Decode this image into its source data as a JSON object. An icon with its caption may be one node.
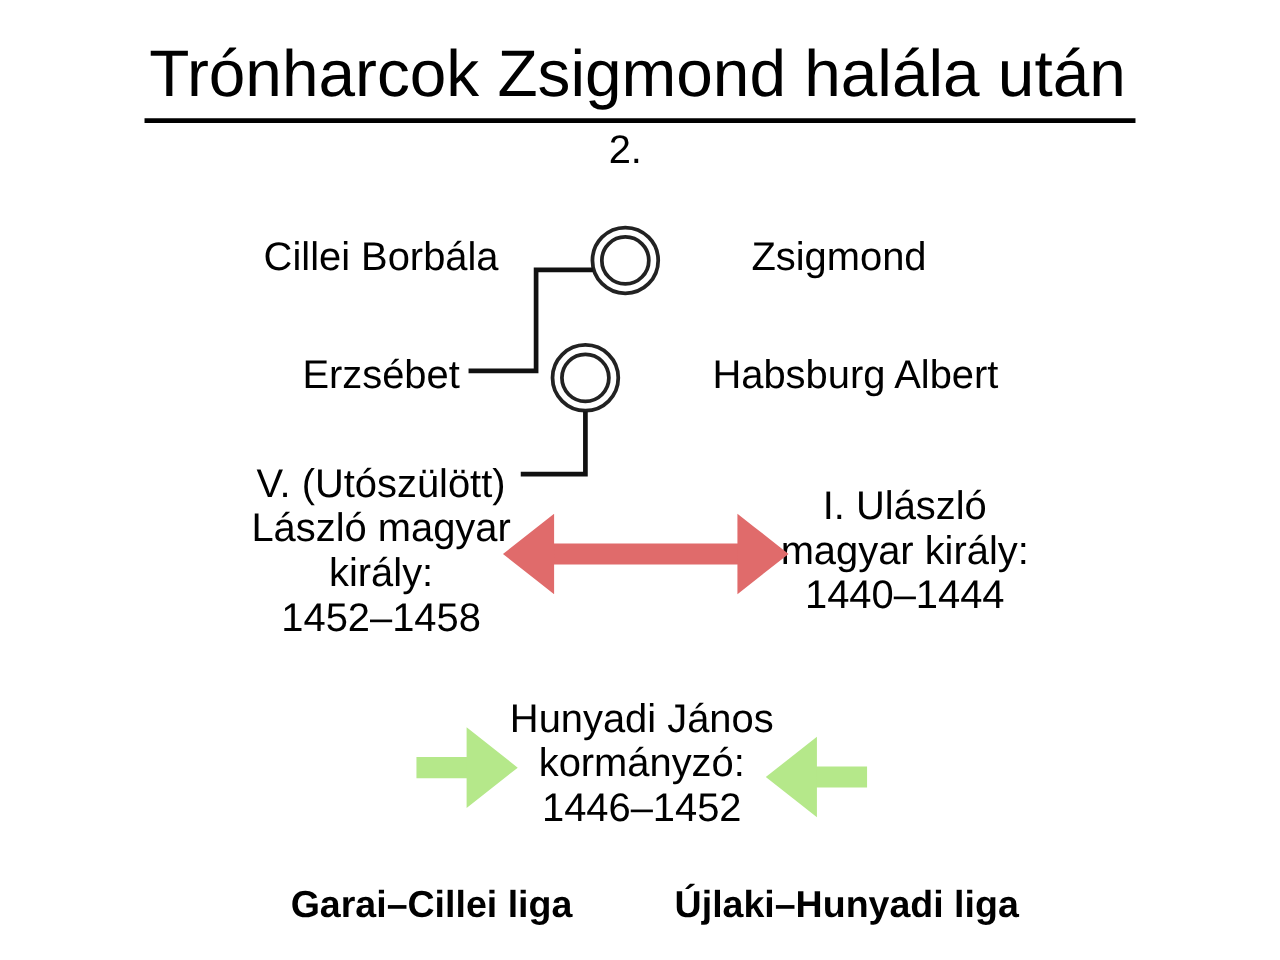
{
  "diagram": {
    "title": "Trónharcok Zsigmond halála után",
    "nodes": [
      {
        "text": [],
        "shape": "rings",
        "beside": [
          "2."
        ]
      },
      {
        "text": [
          "Erzsébet"
        ]
      },
      {
        "text": [],
        "shape": "rings"
      },
      {
        "text": [
          "V. (Utószülött) László magyar király: 1452–1458"
        ]
      },
      {
        "text": [
          "I. Ulászló magyar király: 1440–1444"
        ]
      },
      {
        "text": [
          "Hunyadi János kormányzó: 1446–1452"
        ]
      }
    ],
    "edges": [
      {
        "from": 0,
        "to": 1,
        "arrow": "none"
      },
      {
        "from": 2,
        "to": 3,
        "arrow": "none"
      },
      {
        "from": 3,
        "to": 4,
        "arrow": "both",
        "color": "#e06b6b"
      },
      {
        "from": null,
        "to": 5,
        "arrow": "to",
        "color": "#b5e88a"
      },
      {
        "from": null,
        "to": 5,
        "arrow": "to",
        "color": "#b5e88a"
      }
    ],
    "labels": [
      "Cillei Borbála",
      "Zsigmond",
      "Habsburg Albert",
      "Garai–Cillei liga",
      "Újlaki–Hunyadi liga"
    ]
  }
}
